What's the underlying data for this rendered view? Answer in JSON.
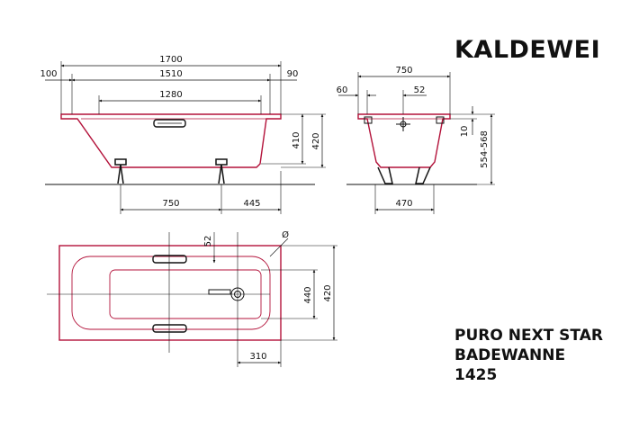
{
  "brand": "KALDEWEI",
  "product": {
    "line1": "PURO NEXT STAR",
    "line2": "BADEWANNE",
    "line3": "1425"
  },
  "side_view": {
    "overall_length": "1700",
    "left_offset": "100",
    "rim_length": "1510",
    "right_offset": "90",
    "inner_length": "1280",
    "depth_inner": "410",
    "depth_outer": "420",
    "foot_spacing": "750",
    "foot_to_end": "445"
  },
  "end_view": {
    "overall_width": "750",
    "rim_offset": "60",
    "drain_offset": "52",
    "rim_thickness": "10",
    "height_range": "554-568",
    "foot_width": "470"
  },
  "plan_view": {
    "drain_position": "52",
    "drain_diameter": "Ø",
    "inner_width": "440",
    "outer_width": "420",
    "drain_to_end": "310"
  }
}
